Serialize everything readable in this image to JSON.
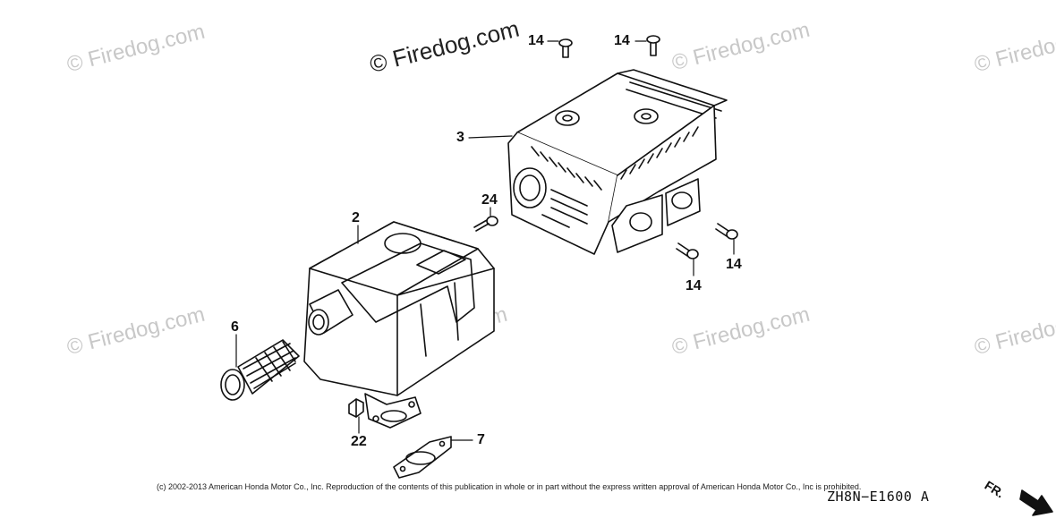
{
  "watermark_text": "© Firedog.com",
  "callouts": {
    "bolt_top_left": "14",
    "bolt_top_right": "14",
    "cover": "3",
    "bolt_side": "24",
    "muffler": "2",
    "screen": "6",
    "bolt_low_left": "14",
    "bolt_low_right": "14",
    "nut": "22",
    "gasket": "7"
  },
  "copyright": "(c) 2002-2013 American Honda Motor Co., Inc. Reproduction of the contents of this publication in whole or in part without the express written approval of American Honda Motor Co., Inc is prohibited.",
  "diagram_code": "ZH8N−E1600 A",
  "front_label": "FR.",
  "colors": {
    "line": "#111111",
    "watermark": "#c8c8c8",
    "background": "#ffffff"
  }
}
